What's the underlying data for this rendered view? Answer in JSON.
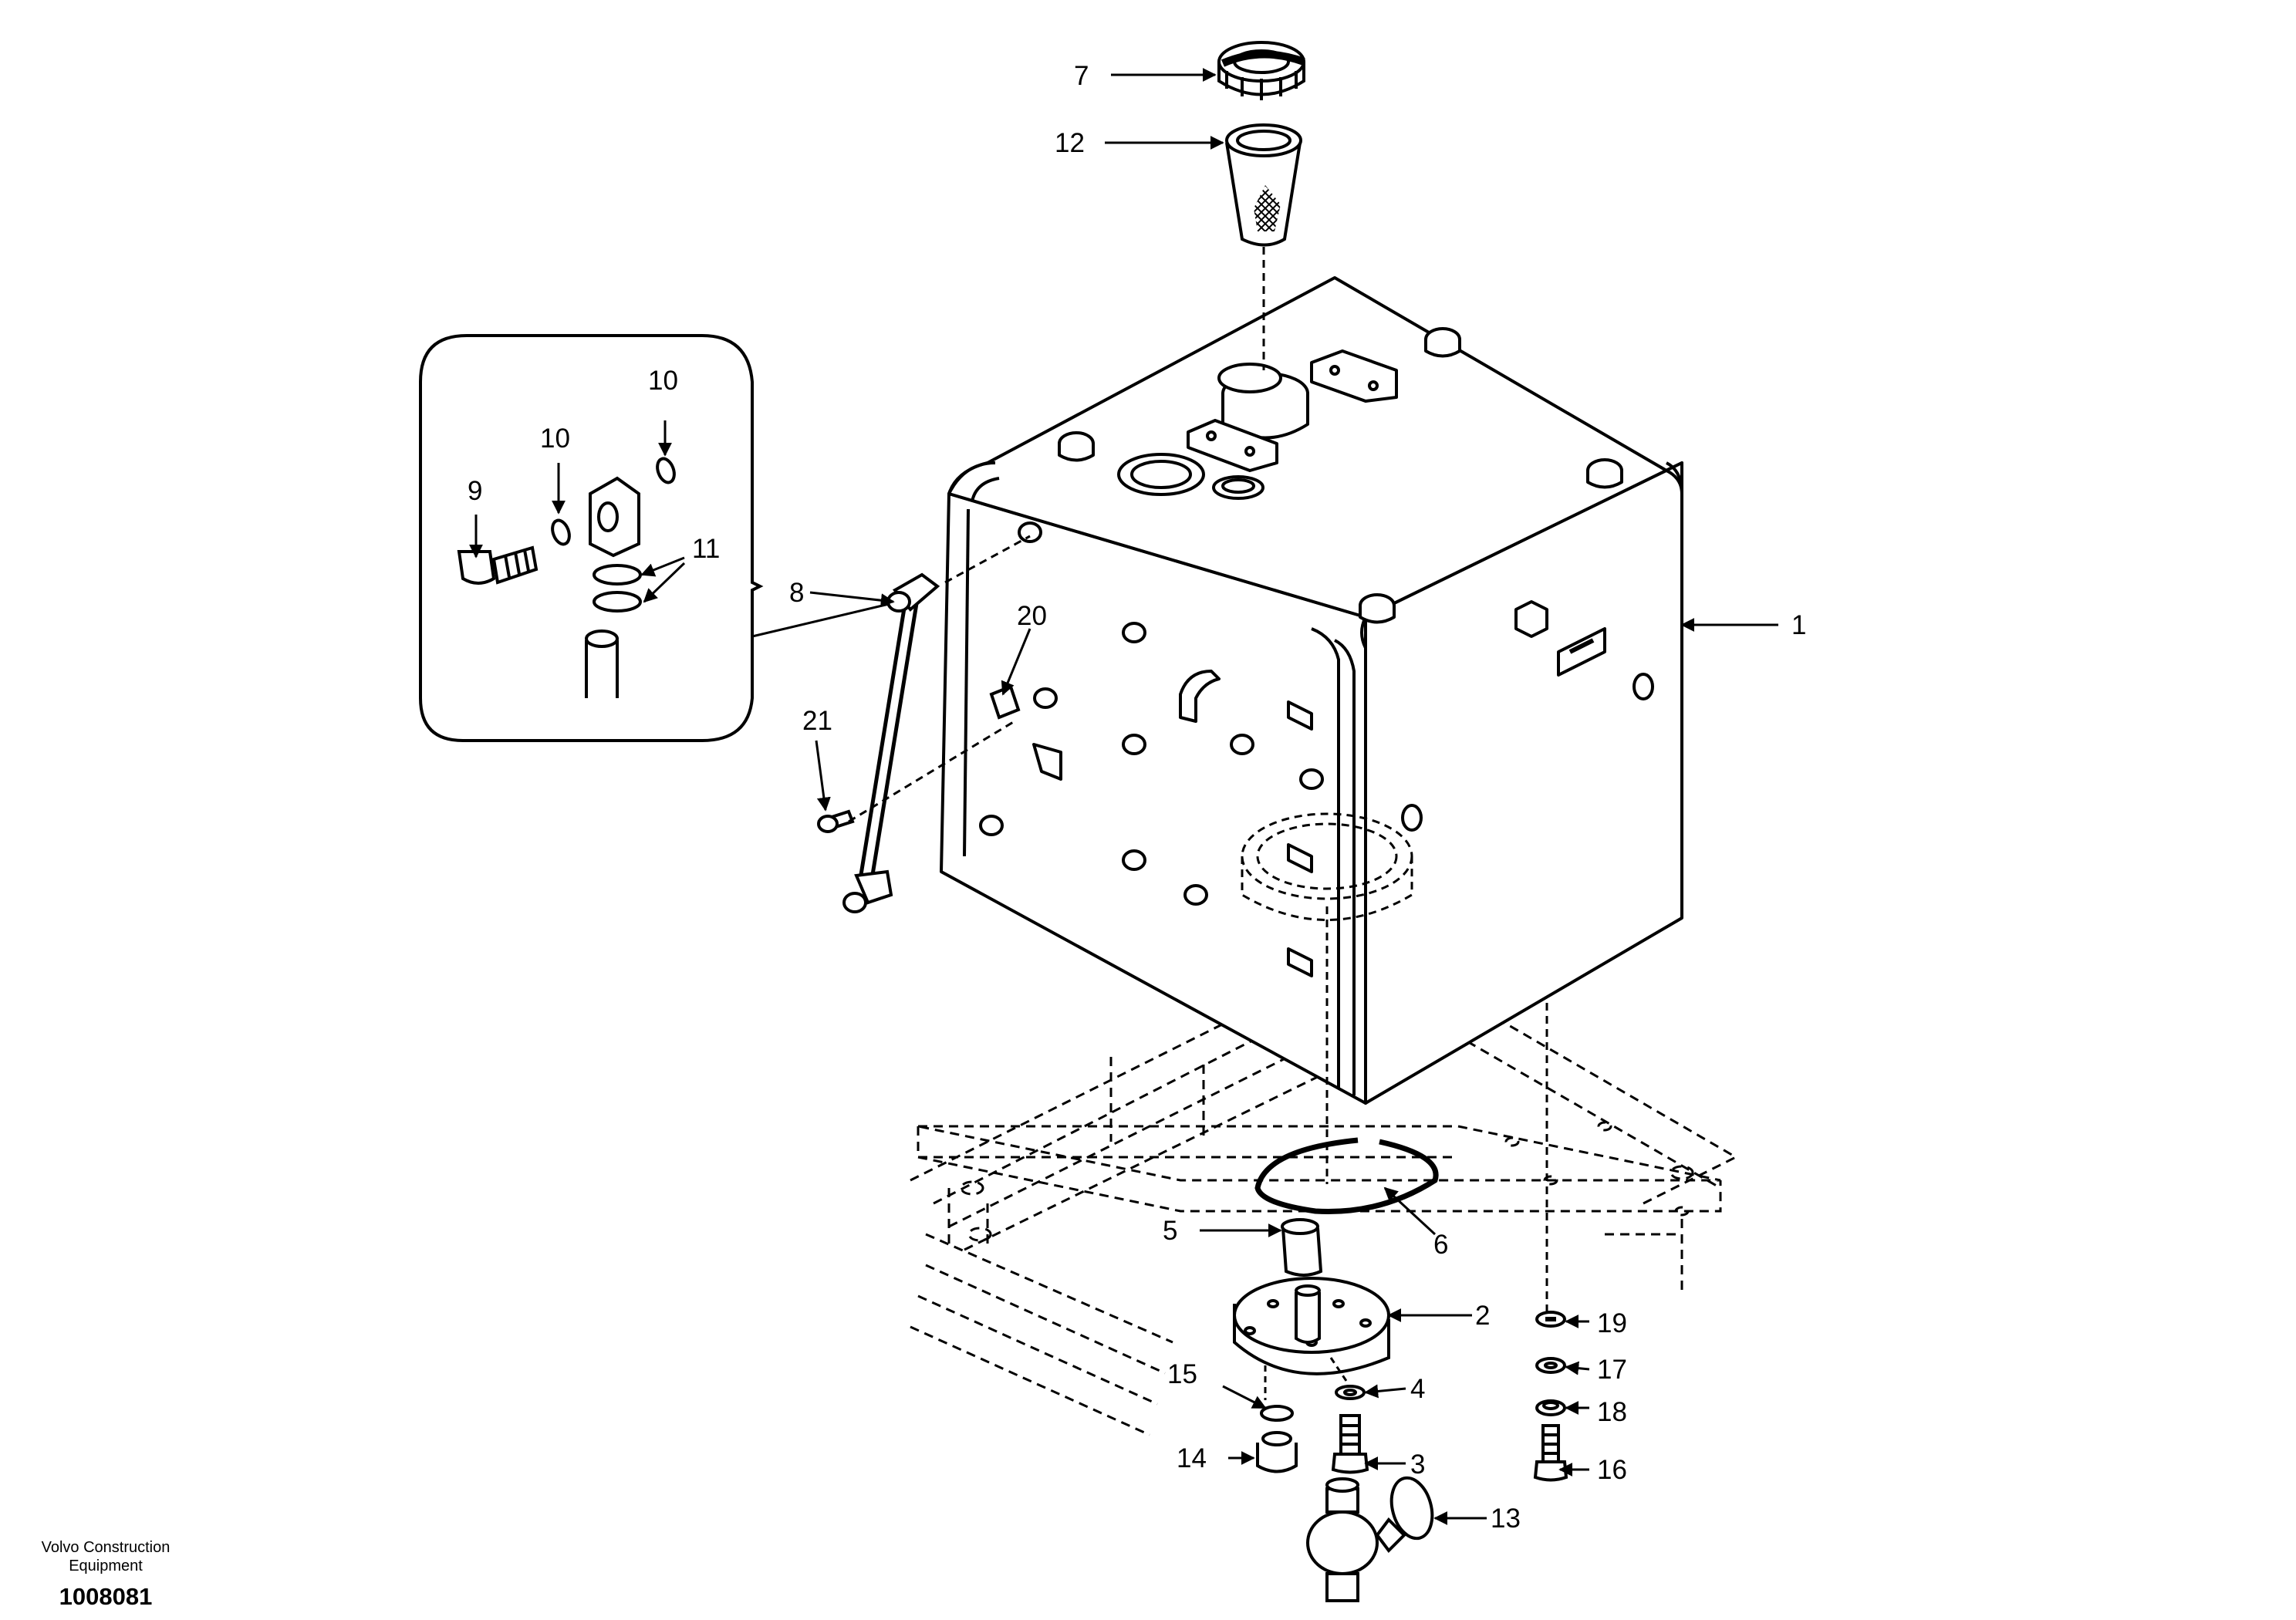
{
  "diagram": {
    "callouts": [
      {
        "id": "c1",
        "label": "1"
      },
      {
        "id": "c2",
        "label": "2"
      },
      {
        "id": "c3",
        "label": "3"
      },
      {
        "id": "c4",
        "label": "4"
      },
      {
        "id": "c5",
        "label": "5"
      },
      {
        "id": "c6",
        "label": "6"
      },
      {
        "id": "c7",
        "label": "7"
      },
      {
        "id": "c8",
        "label": "8"
      },
      {
        "id": "c9",
        "label": "9"
      },
      {
        "id": "c10a",
        "label": "10"
      },
      {
        "id": "c10b",
        "label": "10"
      },
      {
        "id": "c11",
        "label": "11"
      },
      {
        "id": "c12",
        "label": "12"
      },
      {
        "id": "c13",
        "label": "13"
      },
      {
        "id": "c14",
        "label": "14"
      },
      {
        "id": "c15",
        "label": "15"
      },
      {
        "id": "c16",
        "label": "16"
      },
      {
        "id": "c17",
        "label": "17"
      },
      {
        "id": "c18",
        "label": "18"
      },
      {
        "id": "c19",
        "label": "19"
      },
      {
        "id": "c20",
        "label": "20"
      },
      {
        "id": "c21",
        "label": "21"
      }
    ]
  },
  "footer": {
    "company_line1": "Volvo Construction",
    "company_line2": "Equipment",
    "drawing_number": "1008081"
  }
}
